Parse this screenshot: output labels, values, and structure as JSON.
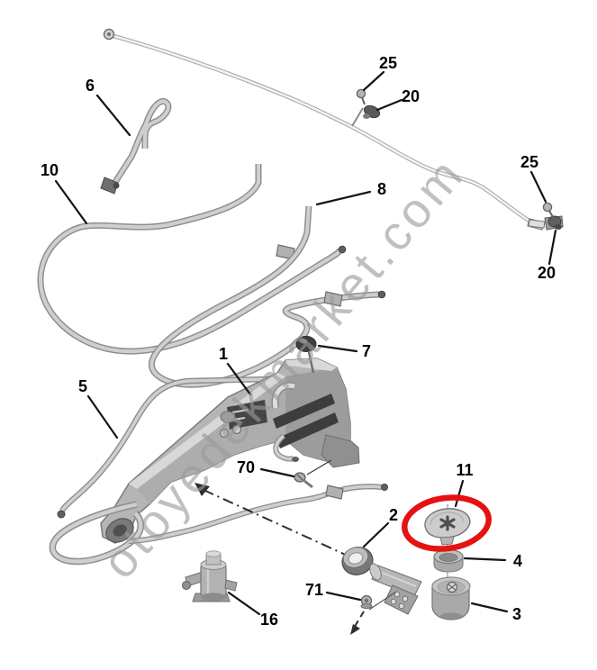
{
  "diagram": {
    "watermark": "otoyedekmarket.com",
    "highlight_color": "#e51212",
    "labels": [
      {
        "text": "6"
      },
      {
        "text": "10"
      },
      {
        "text": "25"
      },
      {
        "text": "20"
      },
      {
        "text": "8"
      },
      {
        "text": "25"
      },
      {
        "text": "20"
      },
      {
        "text": "5"
      },
      {
        "text": "1"
      },
      {
        "text": "7"
      },
      {
        "text": "70"
      },
      {
        "text": "11"
      },
      {
        "text": "2"
      },
      {
        "text": "4"
      },
      {
        "text": "71"
      },
      {
        "text": "3"
      },
      {
        "text": "16"
      }
    ]
  }
}
